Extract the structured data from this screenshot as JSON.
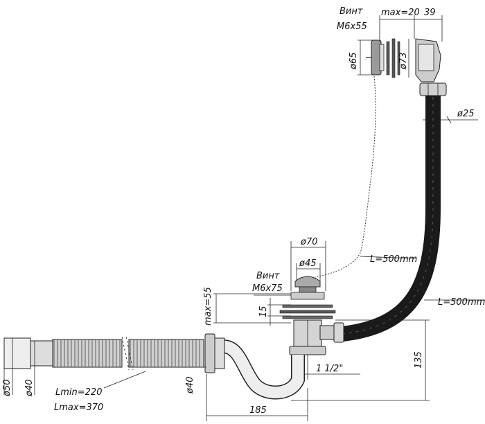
{
  "labels": {
    "screw_top_1": "Винт",
    "screw_top_2": "M6x55",
    "max_top": "max=20",
    "dim_39": "39",
    "dia_65": "ø65",
    "dia_73": "ø73",
    "dia_25": "ø25",
    "dia_70": "ø70",
    "dia_45": "ø45",
    "chain_len": "L=500mm",
    "screw_mid_1": "Винт",
    "screw_mid_2": "M6x75",
    "hose_len": "L=500mm",
    "max_55": "max=55",
    "dim_15": "15",
    "thread": "1 1/2\"",
    "dim_135": "135",
    "dia_50": "ø50",
    "dia_40_left": "ø40",
    "lmin": "Lmin=220",
    "lmax": "Lmax=370",
    "dia_40_right": "ø40",
    "dim_185": "185"
  },
  "colors": {
    "line": "#222222",
    "hose": "#1a1a1a",
    "metal": "#bdbdbd"
  }
}
